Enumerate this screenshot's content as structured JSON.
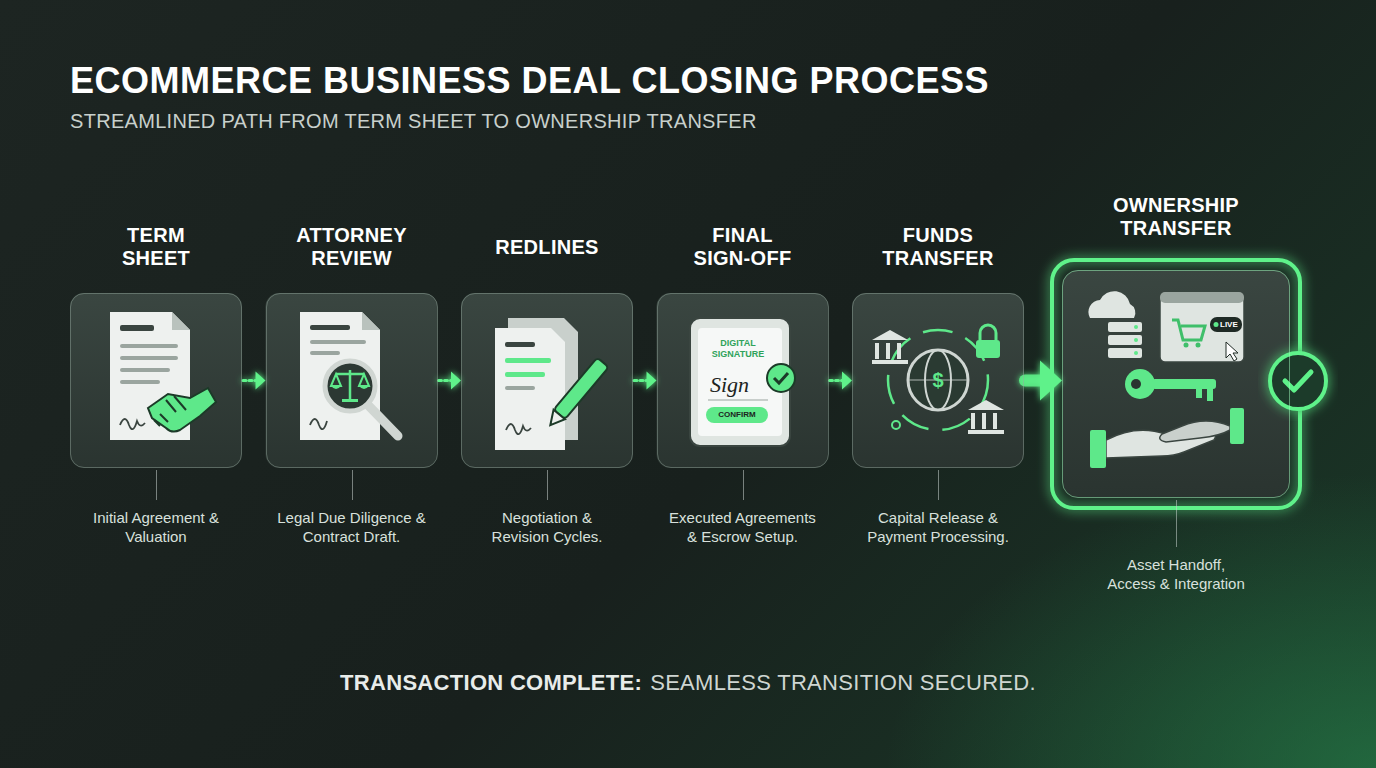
{
  "diagram": {
    "title": "ECOMMERCE BUSINESS DEAL CLOSING PROCESS",
    "nodes": [
      {
        "text": [
          "TERM SHEET",
          "Initial Agreement & Valuation"
        ]
      },
      {
        "text": [
          "ATTORNEY REVIEW",
          "Legal Due Diligence & Contract Draft."
        ]
      },
      {
        "text": [
          "REDLINES",
          "Negotiation & Revision Cycles."
        ]
      },
      {
        "text": [
          "FINAL SIGN-OFF",
          "Executed Agreements & Escrow Setup."
        ]
      },
      {
        "text": [
          "FUNDS TRANSFER",
          "Capital Release & Payment Processing."
        ]
      },
      {
        "text": [
          "OWNERSHIP TRANSFER",
          "Asset Handoff, Access & Integration"
        ]
      }
    ],
    "edges": [
      {
        "from": 0,
        "to": 1,
        "arrow": "to"
      },
      {
        "from": 1,
        "to": 2,
        "arrow": "to"
      },
      {
        "from": 2,
        "to": 3,
        "arrow": "to"
      },
      {
        "from": 3,
        "to": 4,
        "arrow": "to"
      },
      {
        "from": 4,
        "to": 5,
        "arrow": "to"
      }
    ],
    "labels": [
      "STREAMLINED PATH FROM TERM SHEET TO OWNERSHIP TRANSFER",
      "DIGITAL SIGNATURE",
      "Sign",
      "CONFIRM",
      "$",
      "LIVE",
      "TRANSACTION COMPLETE:",
      "SEAMLESS TRANSITION SECURED."
    ]
  }
}
